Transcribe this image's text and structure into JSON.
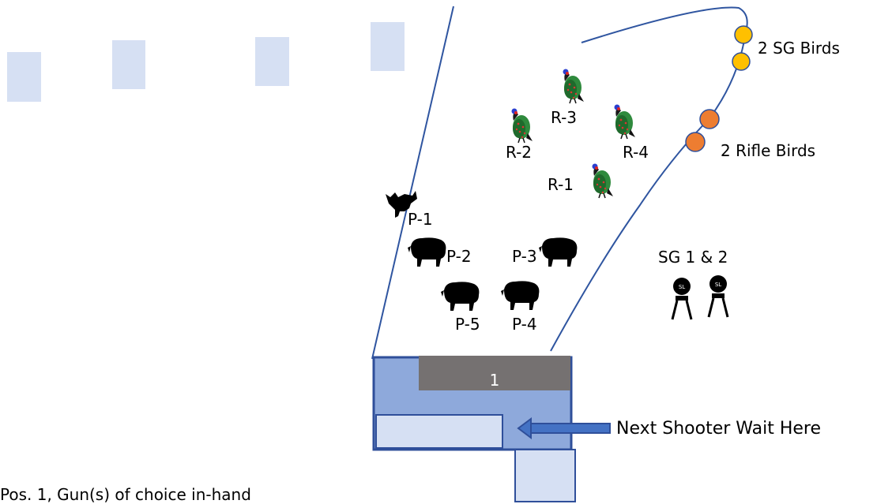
{
  "colors": {
    "waiting_square": "#d6e0f3",
    "line": "#2f55a0",
    "box_fill": "#8ea9db",
    "box_stroke": "#2f4f9a",
    "bar": "#757171",
    "sg_bird": "#ffc000",
    "rifle_bird": "#ed7d31"
  },
  "labels": {
    "sg_birds": "2 SG Birds",
    "rifle_birds": "2 Rifle Birds",
    "sg_targets": "SG 1 & 2",
    "next_shooter": "Next Shooter Wait Here",
    "position_number": "1",
    "instructions": "Pos. 1, Gun(s) of choice in-hand"
  },
  "rams": [
    {
      "id": "R-1",
      "label": "R-1"
    },
    {
      "id": "R-2",
      "label": "R-2"
    },
    {
      "id": "R-3",
      "label": "R-3"
    },
    {
      "id": "R-4",
      "label": "R-4"
    }
  ],
  "pigs": [
    {
      "id": "P-1",
      "label": "P-1"
    },
    {
      "id": "P-2",
      "label": "P-2"
    },
    {
      "id": "P-3",
      "label": "P-3"
    },
    {
      "id": "P-4",
      "label": "P-4"
    },
    {
      "id": "P-5",
      "label": "P-5"
    }
  ],
  "icons": {
    "ram": "turkey-target-icon",
    "pig": "pig-silhouette-icon",
    "chicken": "chicken-target-icon",
    "sg_target": "sl-knockdown-target-icon"
  }
}
